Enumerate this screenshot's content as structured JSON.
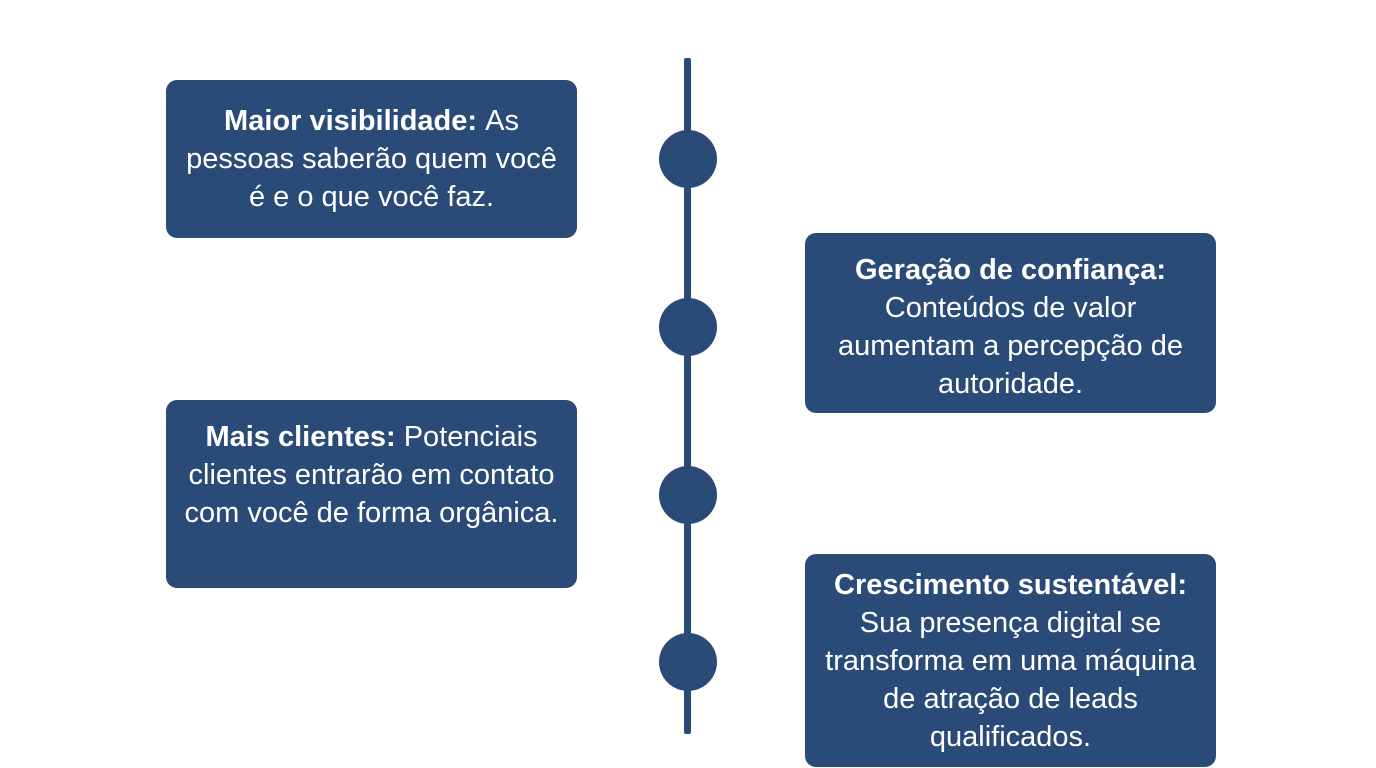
{
  "colors": {
    "accent": "#2a4a78",
    "text": "#ffffff",
    "background": "#ffffff"
  },
  "timeline": {
    "items": [
      {
        "title": "Maior visibilidade:",
        "text": "As pessoas saberão quem você é e o que você faz."
      },
      {
        "title": "Geração de confiança:",
        "text": "Conteúdos de valor aumentam a percepção de autoridade."
      },
      {
        "title": "Mais clientes:",
        "text": "Potenciais clientes entrarão em contato com você de forma orgânica."
      },
      {
        "title": "Crescimento sustentável:",
        "text": "Sua presença digital se transforma em uma máquina de atração de leads qualificados."
      }
    ]
  }
}
